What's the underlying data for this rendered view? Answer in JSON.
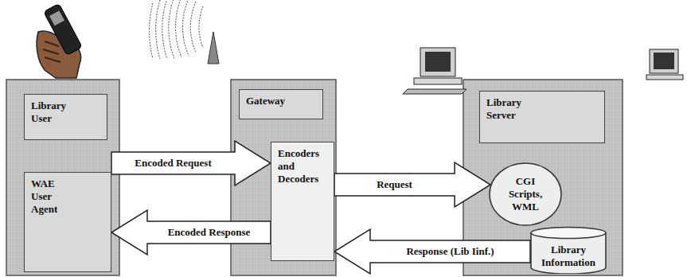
{
  "diagram": {
    "nodes": [
      {
        "text": [
          "Library User"
        ]
      },
      {
        "text": [
          "WAE User Agent"
        ]
      },
      {
        "text": [
          "Gateway"
        ]
      },
      {
        "text": [
          "Encoders and Decoders"
        ]
      },
      {
        "text": [
          "Library Server"
        ]
      },
      {
        "text": [
          "CGI Scripts, WML"
        ]
      },
      {
        "text": [
          "Library Information"
        ]
      }
    ],
    "edges": [
      {
        "from": 1,
        "to": 3,
        "label": "Encoded Request",
        "arrow": "to"
      },
      {
        "from": 3,
        "to": 1,
        "label": "Encoded Response",
        "arrow": "to"
      },
      {
        "from": 3,
        "to": 5,
        "label": "Request",
        "arrow": "to"
      },
      {
        "from": 6,
        "to": 3,
        "label": "Response (Lib Iinf.)",
        "arrow": "to"
      }
    ]
  }
}
